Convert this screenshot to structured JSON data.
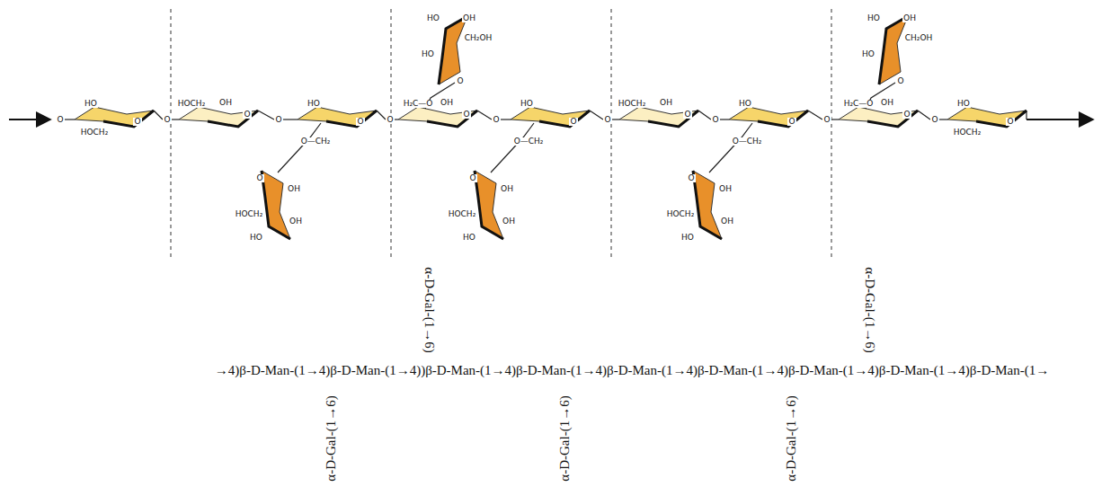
{
  "diagram": {
    "labels": [
      "→4)β-D-Man-(1→4)β-D-Man-(1→4))β-D-Man-(1→4)β-D-Man-(1→4)β-D-Man-(1→4)β-D-Man-(1→4)β-D-Man-(1→4)β-D-Man-(1→4)β-D-Man-(1→",
      "α-D-Gal-(1→6)",
      "α-D-Gal-(1→6)",
      "α-D-Gal-(1→6)",
      "α-D-Gal-(1→6)",
      "α-D-Gal-(1→6)",
      "O",
      "O",
      "O",
      "O",
      "O",
      "O",
      "O",
      "O",
      "O",
      "HO",
      "HOCH₂",
      "O",
      "HOCH₂",
      "OH",
      "O",
      "HO",
      "O",
      "O—CH₂",
      "O",
      "OH",
      "HOCH₂",
      "OH",
      "HO",
      "H₂C—O",
      "OH",
      "O",
      "HO",
      "OH",
      "CH₂OH",
      "HO",
      "O",
      "HO",
      "O",
      "O—CH₂",
      "O",
      "OH",
      "HOCH₂",
      "OH",
      "HO",
      "HOCH₂",
      "OH",
      "O",
      "HO",
      "O",
      "O—CH₂",
      "O",
      "OH",
      "HOCH₂",
      "OH",
      "HO",
      "H₂C—O",
      "OH",
      "O",
      "HO",
      "OH",
      "CH₂OH",
      "HO",
      "O",
      "HO",
      "HOCH₂",
      "O"
    ]
  }
}
